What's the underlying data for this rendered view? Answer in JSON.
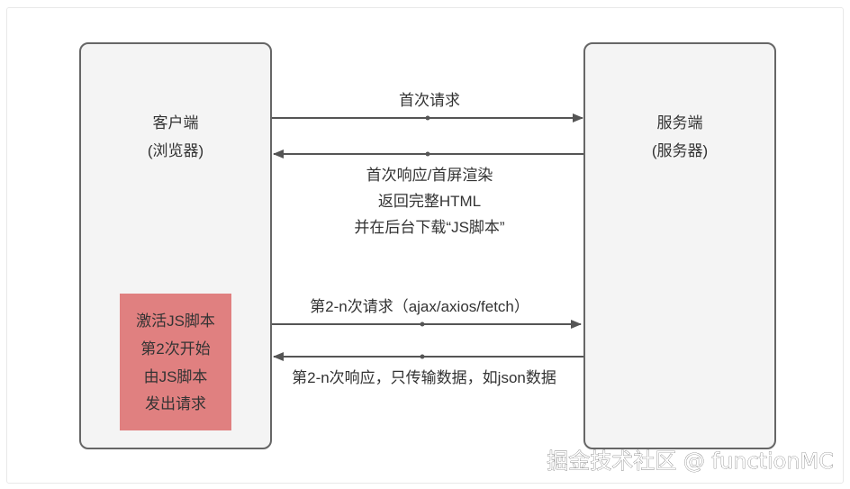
{
  "client": {
    "title": "客户端",
    "subtitle": "(浏览器)"
  },
  "server": {
    "title": "服务端",
    "subtitle": "(服务器)"
  },
  "arrows": {
    "first_request": "首次请求",
    "first_response_lines": [
      "首次响应/首屏渲染",
      "返回完整HTML",
      "并在后台下载“JS脚本”"
    ],
    "nth_request": "第2-n次请求（ajax/axios/fetch）",
    "nth_response": "第2-n次响应，只传输数据，如json数据"
  },
  "note": {
    "lines": [
      "激活JS脚本",
      "第2次开始",
      "由JS脚本",
      "发出请求"
    ]
  },
  "watermark": "掘金技术社区 @ functionMC",
  "colors": {
    "box_fill": "#f4f4f4",
    "box_stroke": "#666666",
    "note_fill": "#e08080",
    "arrow": "#555555"
  }
}
